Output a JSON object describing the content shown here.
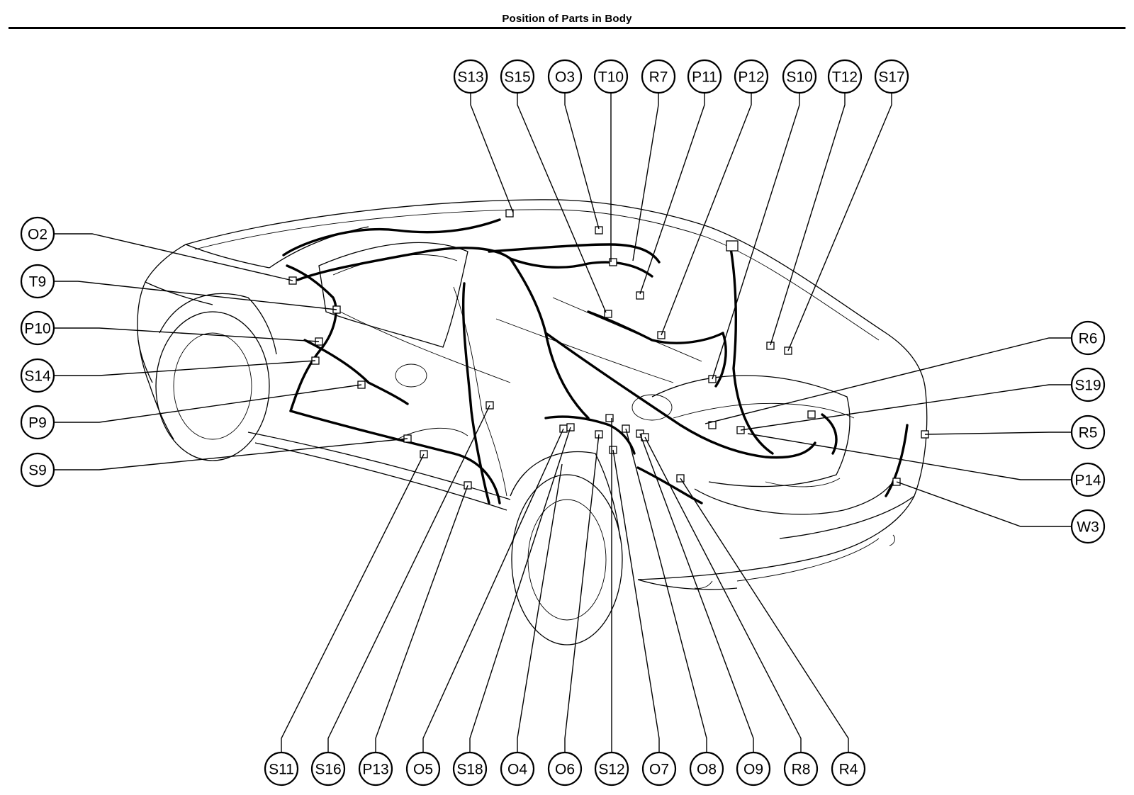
{
  "page": {
    "title": "Position of Parts in Body"
  },
  "callouts": {
    "top": [
      "S13",
      "S15",
      "O3",
      "T10",
      "R7",
      "P11",
      "P12",
      "S10",
      "T12",
      "S17"
    ],
    "left": [
      "O2",
      "T9",
      "P10",
      "S14",
      "P9",
      "S9"
    ],
    "right": [
      "R6",
      "S19",
      "R5",
      "P14",
      "W3"
    ],
    "bottom": [
      "S11",
      "S16",
      "P13",
      "O5",
      "S18",
      "O4",
      "O6",
      "S12",
      "O7",
      "O8",
      "O9",
      "R8",
      "R4"
    ]
  }
}
